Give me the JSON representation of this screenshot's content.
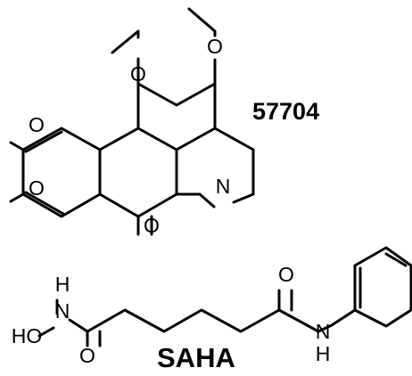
{
  "compounds": [
    {
      "label": "57704",
      "atoms": {
        "o1": "O",
        "o2": "O",
        "o3": "O",
        "o4": "O",
        "o_keto": "O",
        "n": "N"
      }
    },
    {
      "label": "SAHA",
      "atoms": {
        "ho": "HO",
        "n_h": "N",
        "h_top": "H",
        "o_left": "O",
        "o_right": "O",
        "n_right": "N",
        "h_bottom": "H"
      }
    }
  ]
}
